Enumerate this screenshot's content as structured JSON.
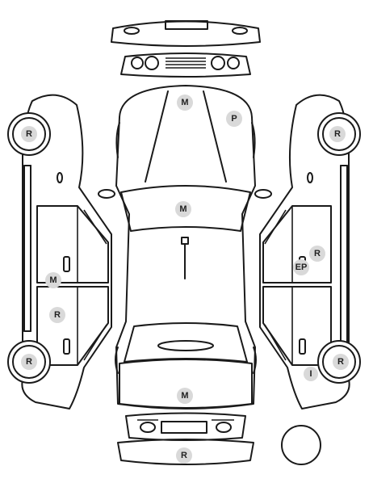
{
  "diagram": {
    "markers": {
      "hood": "M",
      "roof": "P",
      "windshield": "M",
      "trunk": "M",
      "rear_bumper": "R",
      "left_front_wheel": "R",
      "left_rear_wheel": "R",
      "left_front_door": "M",
      "left_rear_door": "R",
      "right_front_wheel": "R",
      "right_rear_wheel": "R",
      "right_front_door_top": "R",
      "right_front_door": "EP",
      "right_rear_fender": "I"
    },
    "colors": {
      "outline": "#1a1a1a",
      "marker_fill": "#d9d9d9",
      "marker_text": "#222222",
      "background": "#ffffff"
    }
  }
}
